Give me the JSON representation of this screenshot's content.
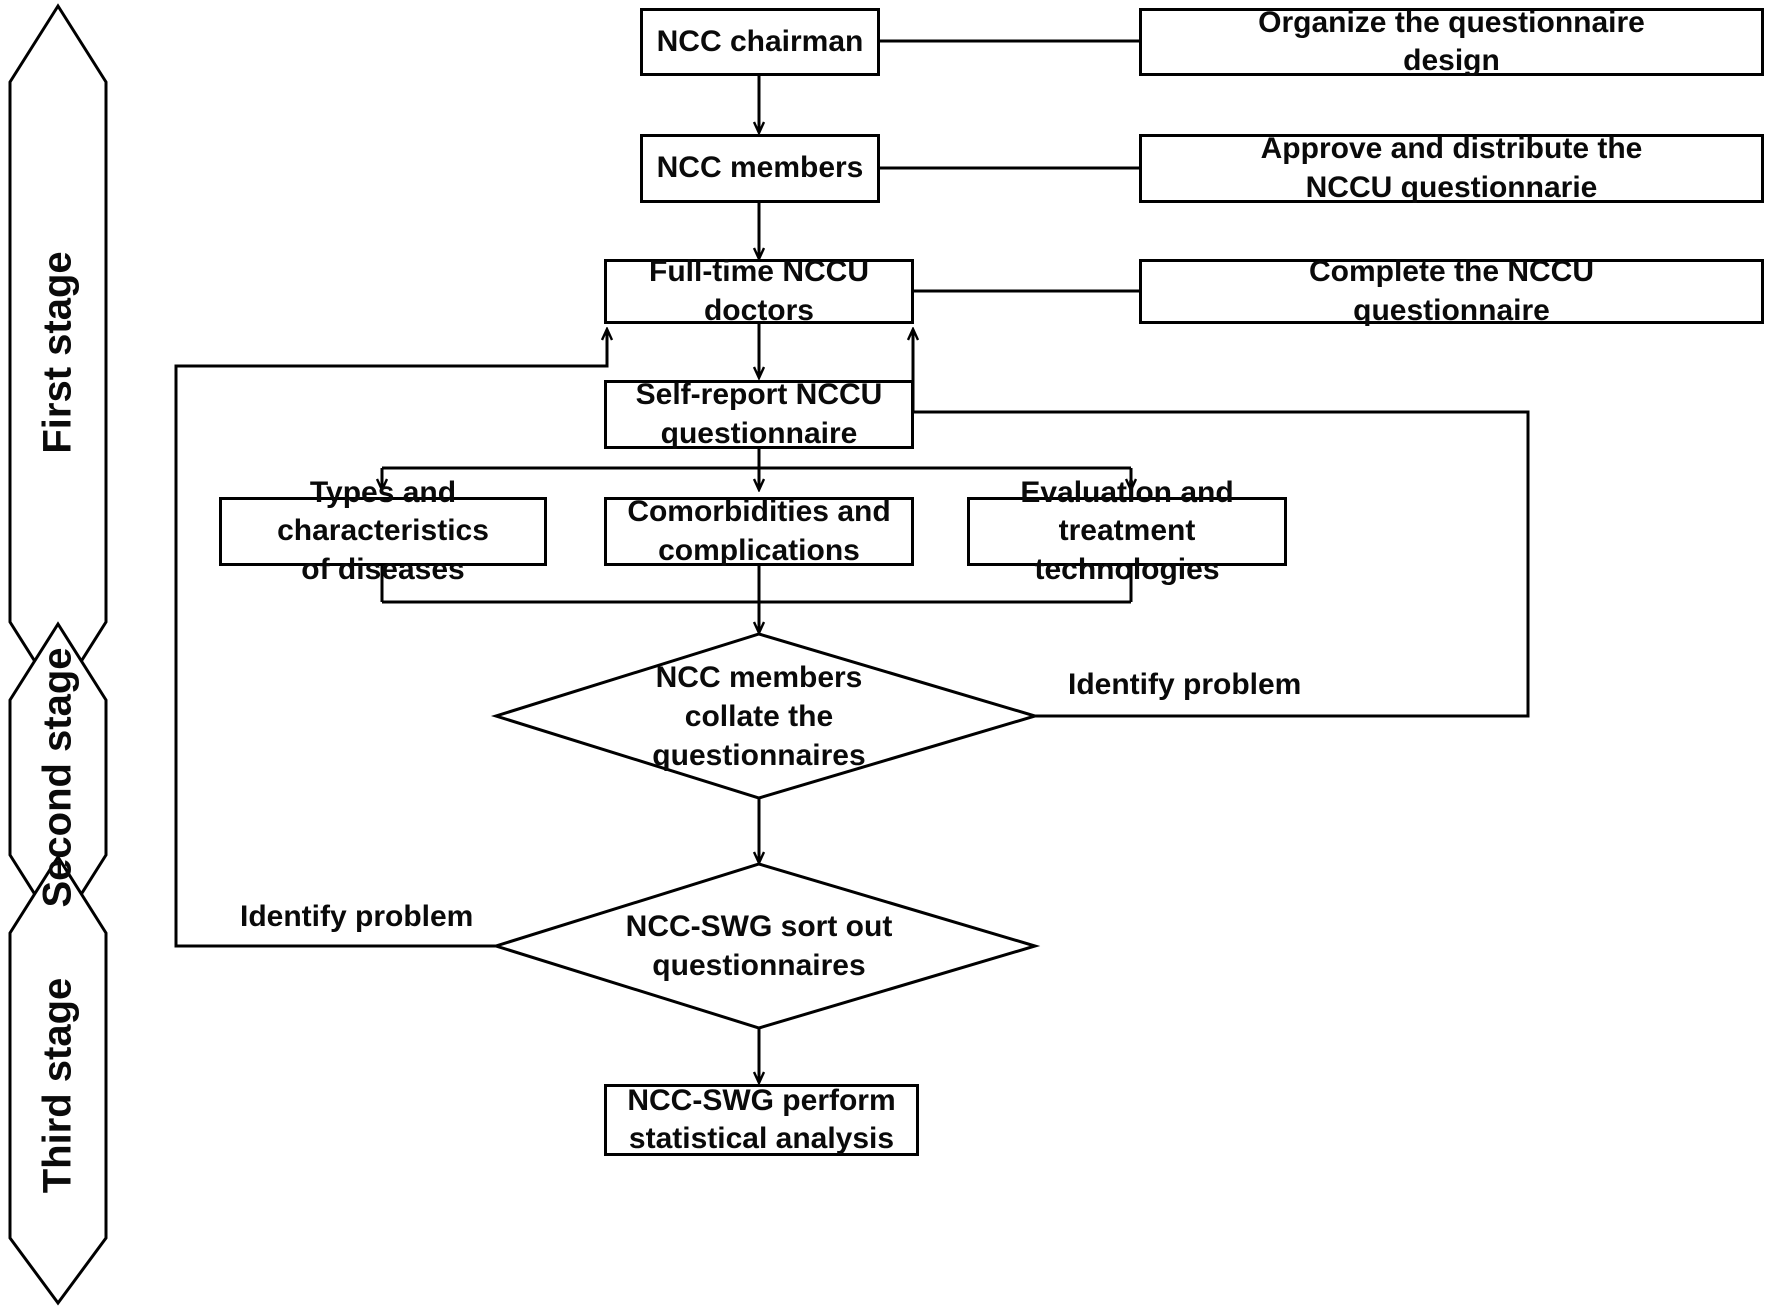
{
  "figure": {
    "type": "flowchart",
    "orientation": "top-to-bottom",
    "background_color": "#ffffff",
    "line_color": "#000000",
    "text_color": "#0a0a0a"
  },
  "stages": [
    {
      "id": "stage-first",
      "label": "First stage"
    },
    {
      "id": "stage-second",
      "label": "Second stage"
    },
    {
      "id": "stage-third",
      "label": "Third stage"
    }
  ],
  "nodes": {
    "ncc_chairman": "NCC chairman",
    "organize_design": "Organize the questionnaire\ndesign",
    "ncc_members": "NCC members",
    "approve_distribute": "Approve and distribute the\nNCCU questionnarie",
    "fulltime_doctors": "Full-time NCCU doctors",
    "complete_questionnaire": "Complete the NCCU\nquestionnaire",
    "self_report": "Self-report NCCU\nquestionnaire",
    "types_diseases": "Types and characteristics\nof diseases",
    "comorbidities": "Comorbidities and\ncomplications",
    "evaluation_treatment": "Evaluation and\ntreatment technologies",
    "collate": "NCC members\ncollate the\nquestionnaires",
    "sort_out": "NCC-SWG sort out\nquestionnaires",
    "statistical_analysis": "NCC-SWG perform\nstatistical analysis"
  },
  "edge_labels": {
    "identify_problem_upper": "Identify problem",
    "identify_problem_lower": "Identify problem"
  }
}
